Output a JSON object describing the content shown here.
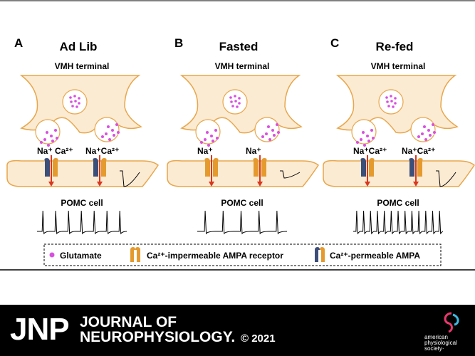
{
  "panels": [
    {
      "letter": "A",
      "title": "Ad Lib",
      "terminal_label": "VMH terminal",
      "cell_label": "POMC cell",
      "ion_left": "Na⁺ Ca²⁺",
      "ion_right": "Na⁺Ca²⁺",
      "receptors": "mixed",
      "spike_count": 7
    },
    {
      "letter": "B",
      "title": "Fasted",
      "terminal_label": "VMH terminal",
      "cell_label": "POMC cell",
      "ion_left": "Na⁺",
      "ion_right": "Na⁺",
      "receptors": "impermeable",
      "spike_count": 5
    },
    {
      "letter": "C",
      "title": "Re-fed",
      "terminal_label": "VMH terminal",
      "cell_label": "POMC cell",
      "ion_left": "Na⁺Ca²⁺",
      "ion_right": "Na⁺Ca²⁺",
      "receptors": "mixed",
      "spike_count": 13
    }
  ],
  "legend": {
    "glutamate": "Glutamate",
    "impermeable": "Ca²⁺-impermeable AMPA receptor",
    "permeable": "Ca²⁺-permeable AMPA"
  },
  "colors": {
    "membrane": "#E8A64A",
    "terminal_fill": "#FCEBD3",
    "glutamate": "#D94FE0",
    "receptor_orange": "#E59A2E",
    "receptor_blue": "#3C4E7A",
    "arrow": "#D9371E"
  },
  "footer": {
    "abbr": "JNP",
    "title_line1": "JOURNAL OF",
    "title_line2": "NEUROPHYSIOLOGY.",
    "copyright": "© 2021",
    "publisher_line1": "american",
    "publisher_line2": "physiological",
    "publisher_line3": "society·"
  }
}
